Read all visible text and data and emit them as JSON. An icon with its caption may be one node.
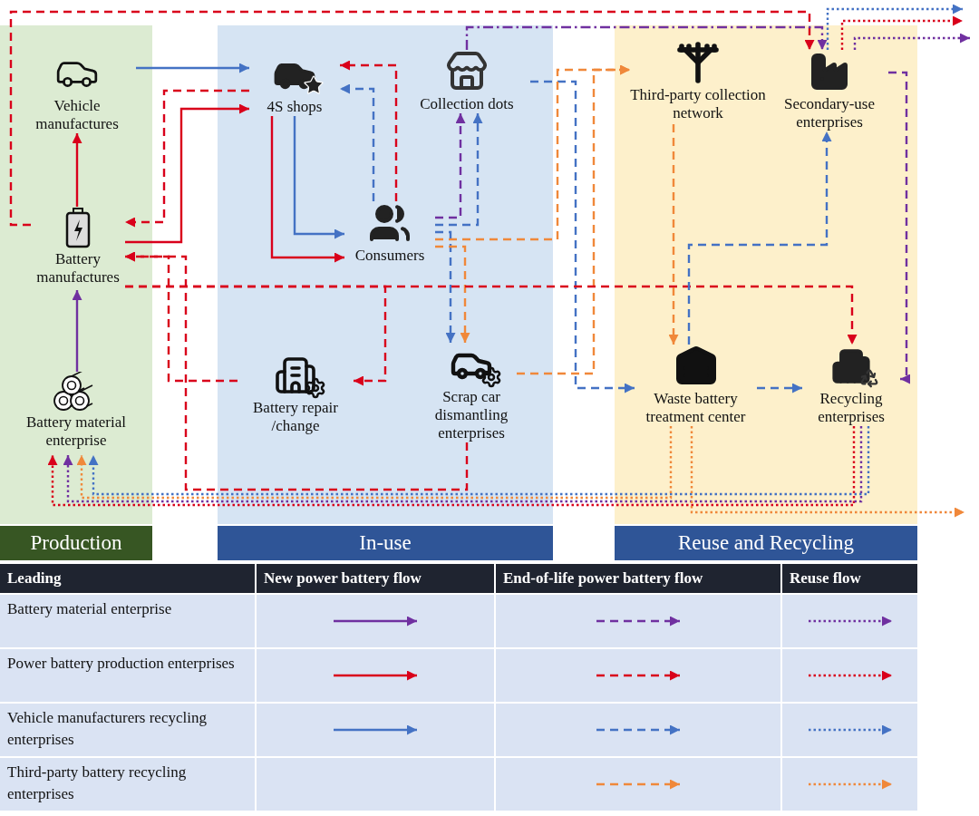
{
  "diagram": {
    "nodes": [
      {
        "text": [
          "Production"
        ]
      },
      {
        "text": [
          "In-use"
        ]
      },
      {
        "text": [
          "Reuse and Recycling"
        ]
      },
      {
        "text": [
          "Vehicle manufactures"
        ],
        "in": 0
      },
      {
        "text": [
          "Battery manufactures"
        ],
        "in": 0
      },
      {
        "text": [
          "Battery material enterprise"
        ],
        "in": 0
      },
      {
        "text": [
          "4S shops"
        ],
        "in": 1
      },
      {
        "text": [
          "Collection dots"
        ],
        "in": 1
      },
      {
        "text": [
          "Consumers"
        ],
        "in": 1
      },
      {
        "text": [
          "Battery repair /change"
        ],
        "in": 1
      },
      {
        "text": [
          "Scrap car dismantling enterprises"
        ],
        "in": 1
      },
      {
        "text": [
          "Third-party collection network"
        ],
        "in": 2
      },
      {
        "text": [
          "Secondary-use enterprises"
        ],
        "in": 2
      },
      {
        "text": [
          "Waste battery treatment center"
        ],
        "in": 2
      },
      {
        "text": [
          "Recycling enterprises"
        ],
        "in": 2
      }
    ],
    "edges": [
      {
        "from": 3,
        "to": 6,
        "arrow": "to",
        "color": "#4472c4"
      },
      {
        "from": 4,
        "to": 3,
        "arrow": "to",
        "color": "#d9001b"
      },
      {
        "from": 4,
        "to": 6,
        "arrow": "to",
        "color": "#d9001b"
      },
      {
        "from": 5,
        "to": 4,
        "arrow": "to",
        "color": "#7030a0"
      },
      {
        "from": 6,
        "to": 8,
        "arrow": "to",
        "color": "#4472c4"
      },
      {
        "from": 6,
        "to": 8,
        "arrow": "to",
        "color": "#d9001b"
      },
      {
        "from": 8,
        "to": 6,
        "arrow": "to",
        "style": "dashed",
        "color": "#d9001b"
      },
      {
        "from": 8,
        "to": 6,
        "arrow": "to",
        "style": "dashed",
        "color": "#4472c4"
      },
      {
        "from": 6,
        "to": 4,
        "arrow": "to",
        "style": "dashed",
        "color": "#d9001b"
      },
      {
        "from": 4,
        "to": 12,
        "arrow": "to",
        "style": "dashed",
        "color": "#d9001b"
      },
      {
        "from": 8,
        "to": 7,
        "arrow": "to",
        "style": "dashed",
        "color": "#7030a0"
      },
      {
        "from": 8,
        "to": 7,
        "arrow": "to",
        "style": "dashed",
        "color": "#4472c4"
      },
      {
        "from": 7,
        "to": 12,
        "arrow": "to",
        "style": "dashed",
        "color": "#7030a0"
      },
      {
        "from": 7,
        "to": 13,
        "arrow": "to",
        "style": "dashed",
        "color": "#4472c4"
      },
      {
        "from": 8,
        "to": 11,
        "arrow": "to",
        "style": "dashed",
        "color": "#f0883a"
      },
      {
        "from": 10,
        "to": 11,
        "arrow": "to",
        "style": "dashed",
        "color": "#f0883a"
      },
      {
        "from": 8,
        "to": 10,
        "arrow": "to",
        "style": "dashed",
        "color": "#4472c4"
      },
      {
        "from": 8,
        "to": 10,
        "arrow": "to",
        "style": "dashed",
        "color": "#f0883a"
      },
      {
        "from": 4,
        "to": 9,
        "arrow": "to",
        "style": "dashed",
        "color": "#d9001b"
      },
      {
        "from": 4,
        "to": 14,
        "arrow": "to",
        "style": "dashed",
        "color": "#d9001b"
      },
      {
        "from": 9,
        "to": 4,
        "arrow": "to",
        "style": "dashed",
        "color": "#d9001b"
      },
      {
        "from": 10,
        "to": 4,
        "arrow": "to",
        "style": "dashed",
        "color": "#d9001b"
      },
      {
        "from": 11,
        "to": 13,
        "arrow": "to",
        "style": "dashed",
        "color": "#f0883a"
      },
      {
        "from": 13,
        "to": 12,
        "arrow": "to",
        "style": "dashed",
        "color": "#4472c4"
      },
      {
        "from": 13,
        "to": 14,
        "arrow": "to",
        "style": "dashed",
        "color": "#4472c4"
      },
      {
        "from": 12,
        "to": 14,
        "arrow": "to",
        "style": "dashed",
        "color": "#7030a0"
      },
      {
        "from": 12,
        "to": null,
        "arrow": "to",
        "style": "dashed",
        "color": "#4472c4"
      },
      {
        "from": 12,
        "to": null,
        "arrow": "to",
        "style": "dashed",
        "color": "#d9001b"
      },
      {
        "from": 12,
        "to": null,
        "arrow": "to",
        "style": "dashed",
        "color": "#7030a0"
      },
      {
        "from": 14,
        "to": 5,
        "arrow": "to",
        "style": "dashed",
        "color": "#d9001b"
      },
      {
        "from": 14,
        "to": 5,
        "arrow": "to",
        "style": "dashed",
        "color": "#7030a0"
      },
      {
        "from": 14,
        "to": 5,
        "arrow": "to",
        "style": "dashed",
        "color": "#4472c4"
      },
      {
        "from": 13,
        "to": 5,
        "arrow": "to",
        "style": "dashed",
        "color": "#f0883a"
      },
      {
        "from": 13,
        "to": null,
        "arrow": "to",
        "style": "dashed",
        "color": "#f0883a"
      }
    ],
    "labels": [
      "Leading",
      "New power battery flow",
      "End-of-life power battery flow",
      "Reuse flow",
      "Battery material enterprise",
      "Power battery production enterprises",
      "Vehicle manufacturers recycling enterprises",
      "Third-party battery recycling enterprises"
    ]
  }
}
